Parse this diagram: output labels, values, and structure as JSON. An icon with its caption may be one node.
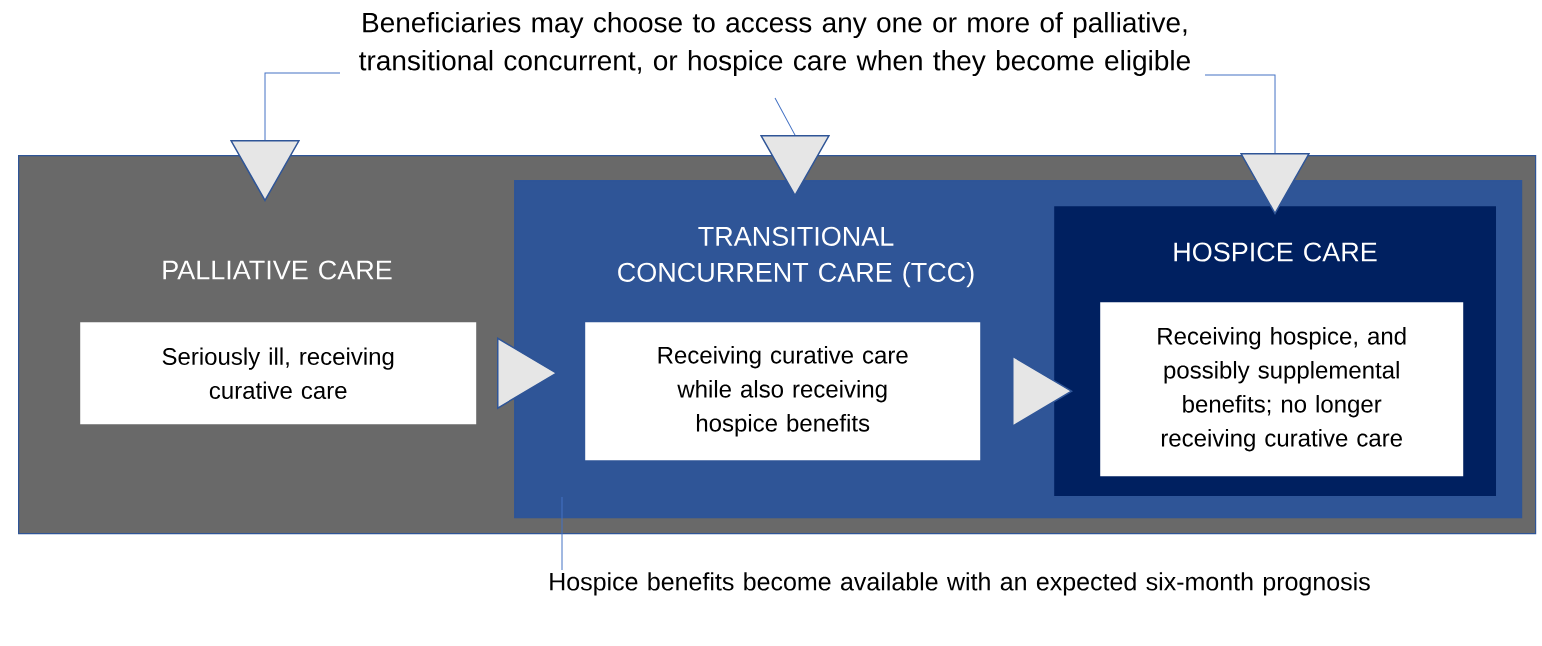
{
  "diagram": {
    "nodes": [
      {
        "text": [
          "Beneficiaries may choose to access any one or more of palliative, transitional concurrent, or hospice care when they become eligible"
        ]
      },
      {
        "text": [
          "PALLIATIVE CARE"
        ]
      },
      {
        "text": [
          "Seriously ill, receiving curative care"
        ],
        "in": 1
      },
      {
        "text": [
          "TRANSITIONAL CONCURRENT CARE (TCC)"
        ],
        "in": 1
      },
      {
        "text": [
          "Receiving curative care while also receiving hospice benefits"
        ],
        "in": 3
      },
      {
        "text": [
          "HOSPICE CARE"
        ],
        "in": 3
      },
      {
        "text": [
          "Receiving hospice, and possibly supplemental benefits; no longer receiving curative care"
        ],
        "in": 5
      },
      {
        "text": [
          "Hospice benefits become available with an expected six-month prognosis"
        ]
      }
    ],
    "edges": [
      {
        "from": 0,
        "to": 1,
        "arrow": "to"
      },
      {
        "from": 0,
        "to": 3,
        "arrow": "to"
      },
      {
        "from": 0,
        "to": 5,
        "arrow": "to"
      },
      {
        "from": 2,
        "to": 4,
        "arrow": "to"
      },
      {
        "from": 4,
        "to": 6,
        "arrow": "to"
      },
      {
        "from": 7,
        "to": 3,
        "arrow": "none"
      }
    ]
  }
}
